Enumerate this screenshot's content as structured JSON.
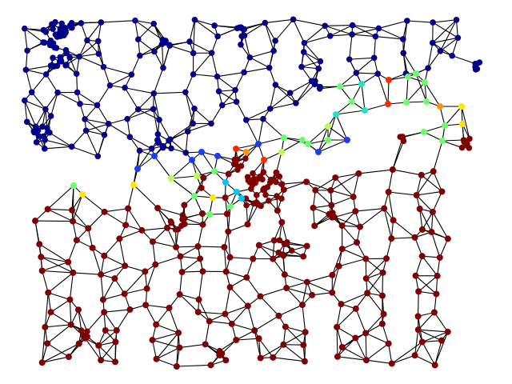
{
  "colors": {
    "edge": "#000000",
    "background": "#ffffff",
    "region_top": "#00008b",
    "region_bottom": "#800000",
    "boundary_blue": "#1a3cff",
    "boundary_cyan": "#00c8ff",
    "boundary_teal": "#19e6c8",
    "boundary_green": "#6bff6b",
    "boundary_lime": "#b4ff50",
    "boundary_yellow": "#ffe600",
    "boundary_orange": "#ff9600",
    "boundary_red": "#ff2800"
  },
  "diagram": {
    "type": "graph",
    "description_of_regions": [
      "top",
      "bottom",
      "boundary"
    ]
  }
}
